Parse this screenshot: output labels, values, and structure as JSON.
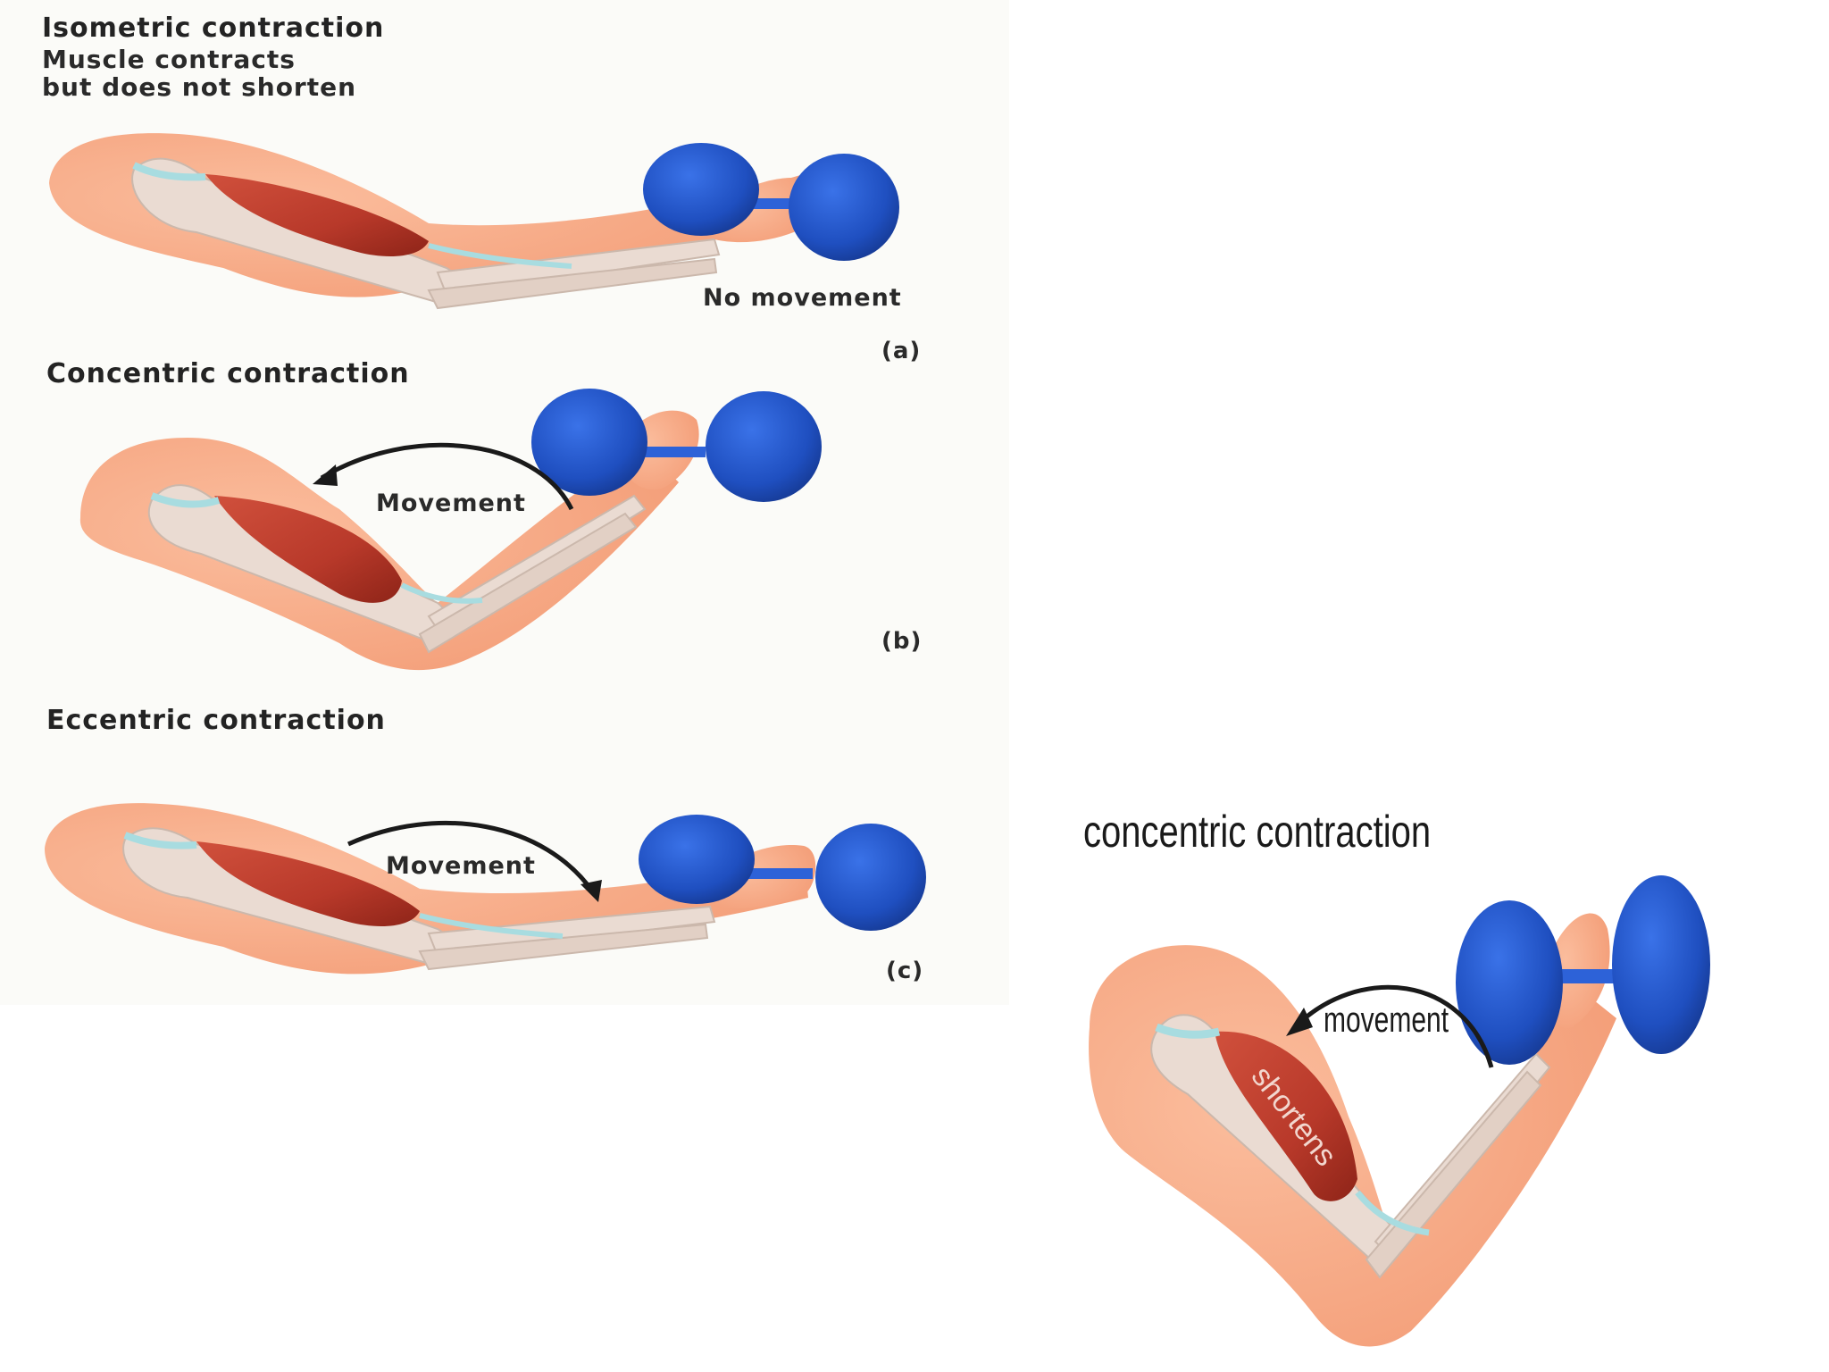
{
  "panels": [
    {
      "title": "Isometric contraction",
      "subtitle": [
        "Muscle contracts",
        "but does not shorten"
      ],
      "label": "No movement",
      "tag": "(a)"
    },
    {
      "title": "Concentric contraction",
      "label": "Movement",
      "tag": "(b)"
    },
    {
      "title": "Eccentric contraction",
      "label": "Movement",
      "tag": "(c)"
    }
  ],
  "inset": {
    "title": "concentric contraction",
    "label": "movement",
    "muscle_label": "shortens"
  },
  "colors": {
    "skin": "#f5a47f",
    "bone": "#eadbd2",
    "muscle": "#b8392a",
    "dumbbell": "#1f4fc0",
    "tendon": "#a8dce0"
  }
}
